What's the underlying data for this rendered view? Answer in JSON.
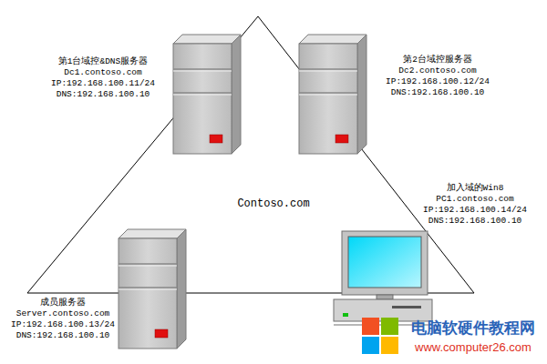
{
  "diagram": {
    "labels": [
      "第1台域控&DNS服务器",
      "Dc1.contoso.com",
      "IP:192.168.100.11/24",
      "DNS:192.168.100.10",
      "第2台域控服务器",
      "Dc2.contoso.com",
      "IP:192.168.100.12/24",
      "DNS:192.168.100.10",
      "Contoso.com",
      "加入域的Win8",
      "PC1.contoso.com",
      "IP:192.168.100.14/24",
      "DNS:192.168.100.10",
      "成员服务器",
      "Server.contoso.com",
      "IP:192.168.100.13/24",
      "DNS:192.168.100.10",
      "电脑软硬件教程网",
      "www.computer26.com"
    ]
  }
}
